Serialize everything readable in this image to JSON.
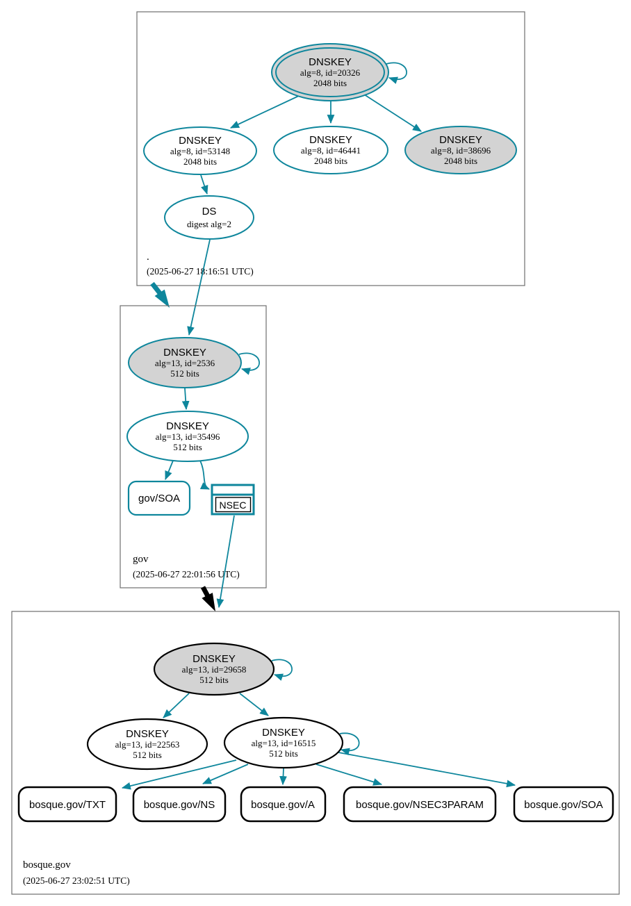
{
  "colors": {
    "teal": "#0e869c",
    "insecure": "#000000",
    "keyfill": "#d3d3d3",
    "boxline": "#6e6e6e"
  },
  "zones": {
    "root": {
      "name": ".",
      "timestamp": "(2025-06-27 18:16:51 UTC)",
      "ksk": {
        "title": "DNSKEY",
        "detail1": "alg=8, id=20326",
        "detail2": "2048 bits"
      },
      "zsk1": {
        "title": "DNSKEY",
        "detail1": "alg=8, id=53148",
        "detail2": "2048 bits"
      },
      "zsk2": {
        "title": "DNSKEY",
        "detail1": "alg=8, id=46441",
        "detail2": "2048 bits"
      },
      "zsk3": {
        "title": "DNSKEY",
        "detail1": "alg=8, id=38696",
        "detail2": "2048 bits"
      },
      "ds": {
        "title": "DS",
        "detail1": "digest alg=2"
      }
    },
    "gov": {
      "name": "gov",
      "timestamp": "(2025-06-27 22:01:56 UTC)",
      "ksk": {
        "title": "DNSKEY",
        "detail1": "alg=13, id=2536",
        "detail2": "512 bits"
      },
      "zsk": {
        "title": "DNSKEY",
        "detail1": "alg=13, id=35496",
        "detail2": "512 bits"
      },
      "soa": {
        "label": "gov/SOA"
      },
      "nsec": {
        "label": "NSEC"
      }
    },
    "bosque": {
      "name": "bosque.gov",
      "timestamp": "(2025-06-27 23:02:51 UTC)",
      "ksk": {
        "title": "DNSKEY",
        "detail1": "alg=13, id=29658",
        "detail2": "512 bits"
      },
      "zsk1": {
        "title": "DNSKEY",
        "detail1": "alg=13, id=22563",
        "detail2": "512 bits"
      },
      "zsk2": {
        "title": "DNSKEY",
        "detail1": "alg=13, id=16515",
        "detail2": "512 bits"
      },
      "rr_txt": {
        "label": "bosque.gov/TXT"
      },
      "rr_ns": {
        "label": "bosque.gov/NS"
      },
      "rr_a": {
        "label": "bosque.gov/A"
      },
      "rr_nsec3param": {
        "label": "bosque.gov/NSEC3PARAM"
      },
      "rr_soa": {
        "label": "bosque.gov/SOA"
      }
    }
  }
}
